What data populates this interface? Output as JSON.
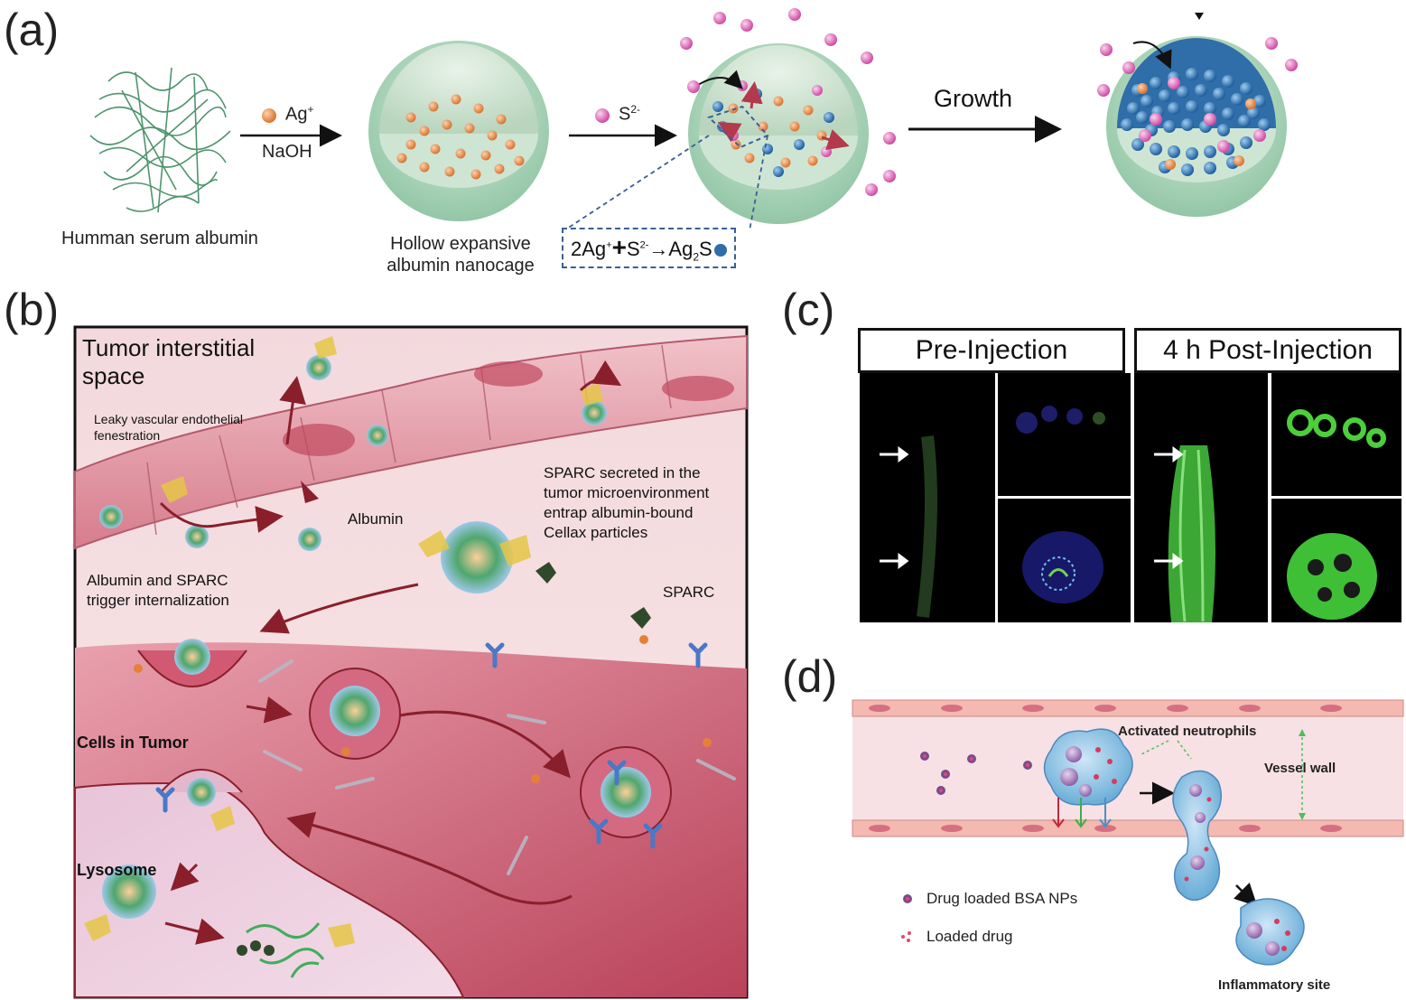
{
  "panel_a": {
    "letter": "(a)",
    "hsa_label": "Humman serum albumin",
    "step1_reagent": "Ag",
    "step1_reagent_charge": "+",
    "step1_base": "NaOH",
    "nanocage_label_line1": "Hollow expansive",
    "nanocage_label_line2": "albumin nanocage",
    "step2_reagent": "S",
    "step2_reagent_charge": "2-",
    "step3_label": "Growth",
    "equation": {
      "part1": "2Ag",
      "part1_charge": "+",
      "plus": "+",
      "part2": "S",
      "part2_charge": "2-",
      "arrow": "→",
      "product": "Ag",
      "product_sub": "2",
      "product_end": "S"
    }
  },
  "panel_b": {
    "letter": "(b)",
    "title_line1": "Tumor interstitial",
    "title_line2": "space",
    "leaky_line1": "Leaky vascular endothelial",
    "leaky_line2": "fenestration",
    "sparc_secreted_line1": "SPARC secreted in the",
    "sparc_secreted_line2": "tumor microenvironment",
    "sparc_secreted_line3": "entrap albumin-bound",
    "sparc_secreted_line4": "Cellax particles",
    "albumin_label": "Albumin",
    "trigger_line1": "Albumin and SPARC",
    "trigger_line2": "trigger internalization",
    "sparc_label": "SPARC",
    "cells_label": "Cells in Tumor",
    "lysosome_label": "Lysosome"
  },
  "panel_c": {
    "letter": "(c)",
    "pre_title": "Pre-Injection",
    "post_title": "4 h Post-Injection"
  },
  "panel_d": {
    "letter": "(d)",
    "activated_label": "Activated neutrophils",
    "vessel_wall_label": "Vessel wall",
    "legend_np": "Drug loaded BSA NPs",
    "legend_drug": "Loaded drug",
    "inflammatory_label": "Inflammatory site"
  },
  "colors": {
    "shell": "#b9dcc4",
    "shell_inner": "#8fc3a3",
    "ag_particle": "#e8955a",
    "s_particle": "#e37ac0",
    "ag2s_particle": "#3f86c6",
    "tumor_cell": "#c8586e",
    "vessel": "#e9a3ad",
    "dashed_blue": "#3a5f94"
  }
}
